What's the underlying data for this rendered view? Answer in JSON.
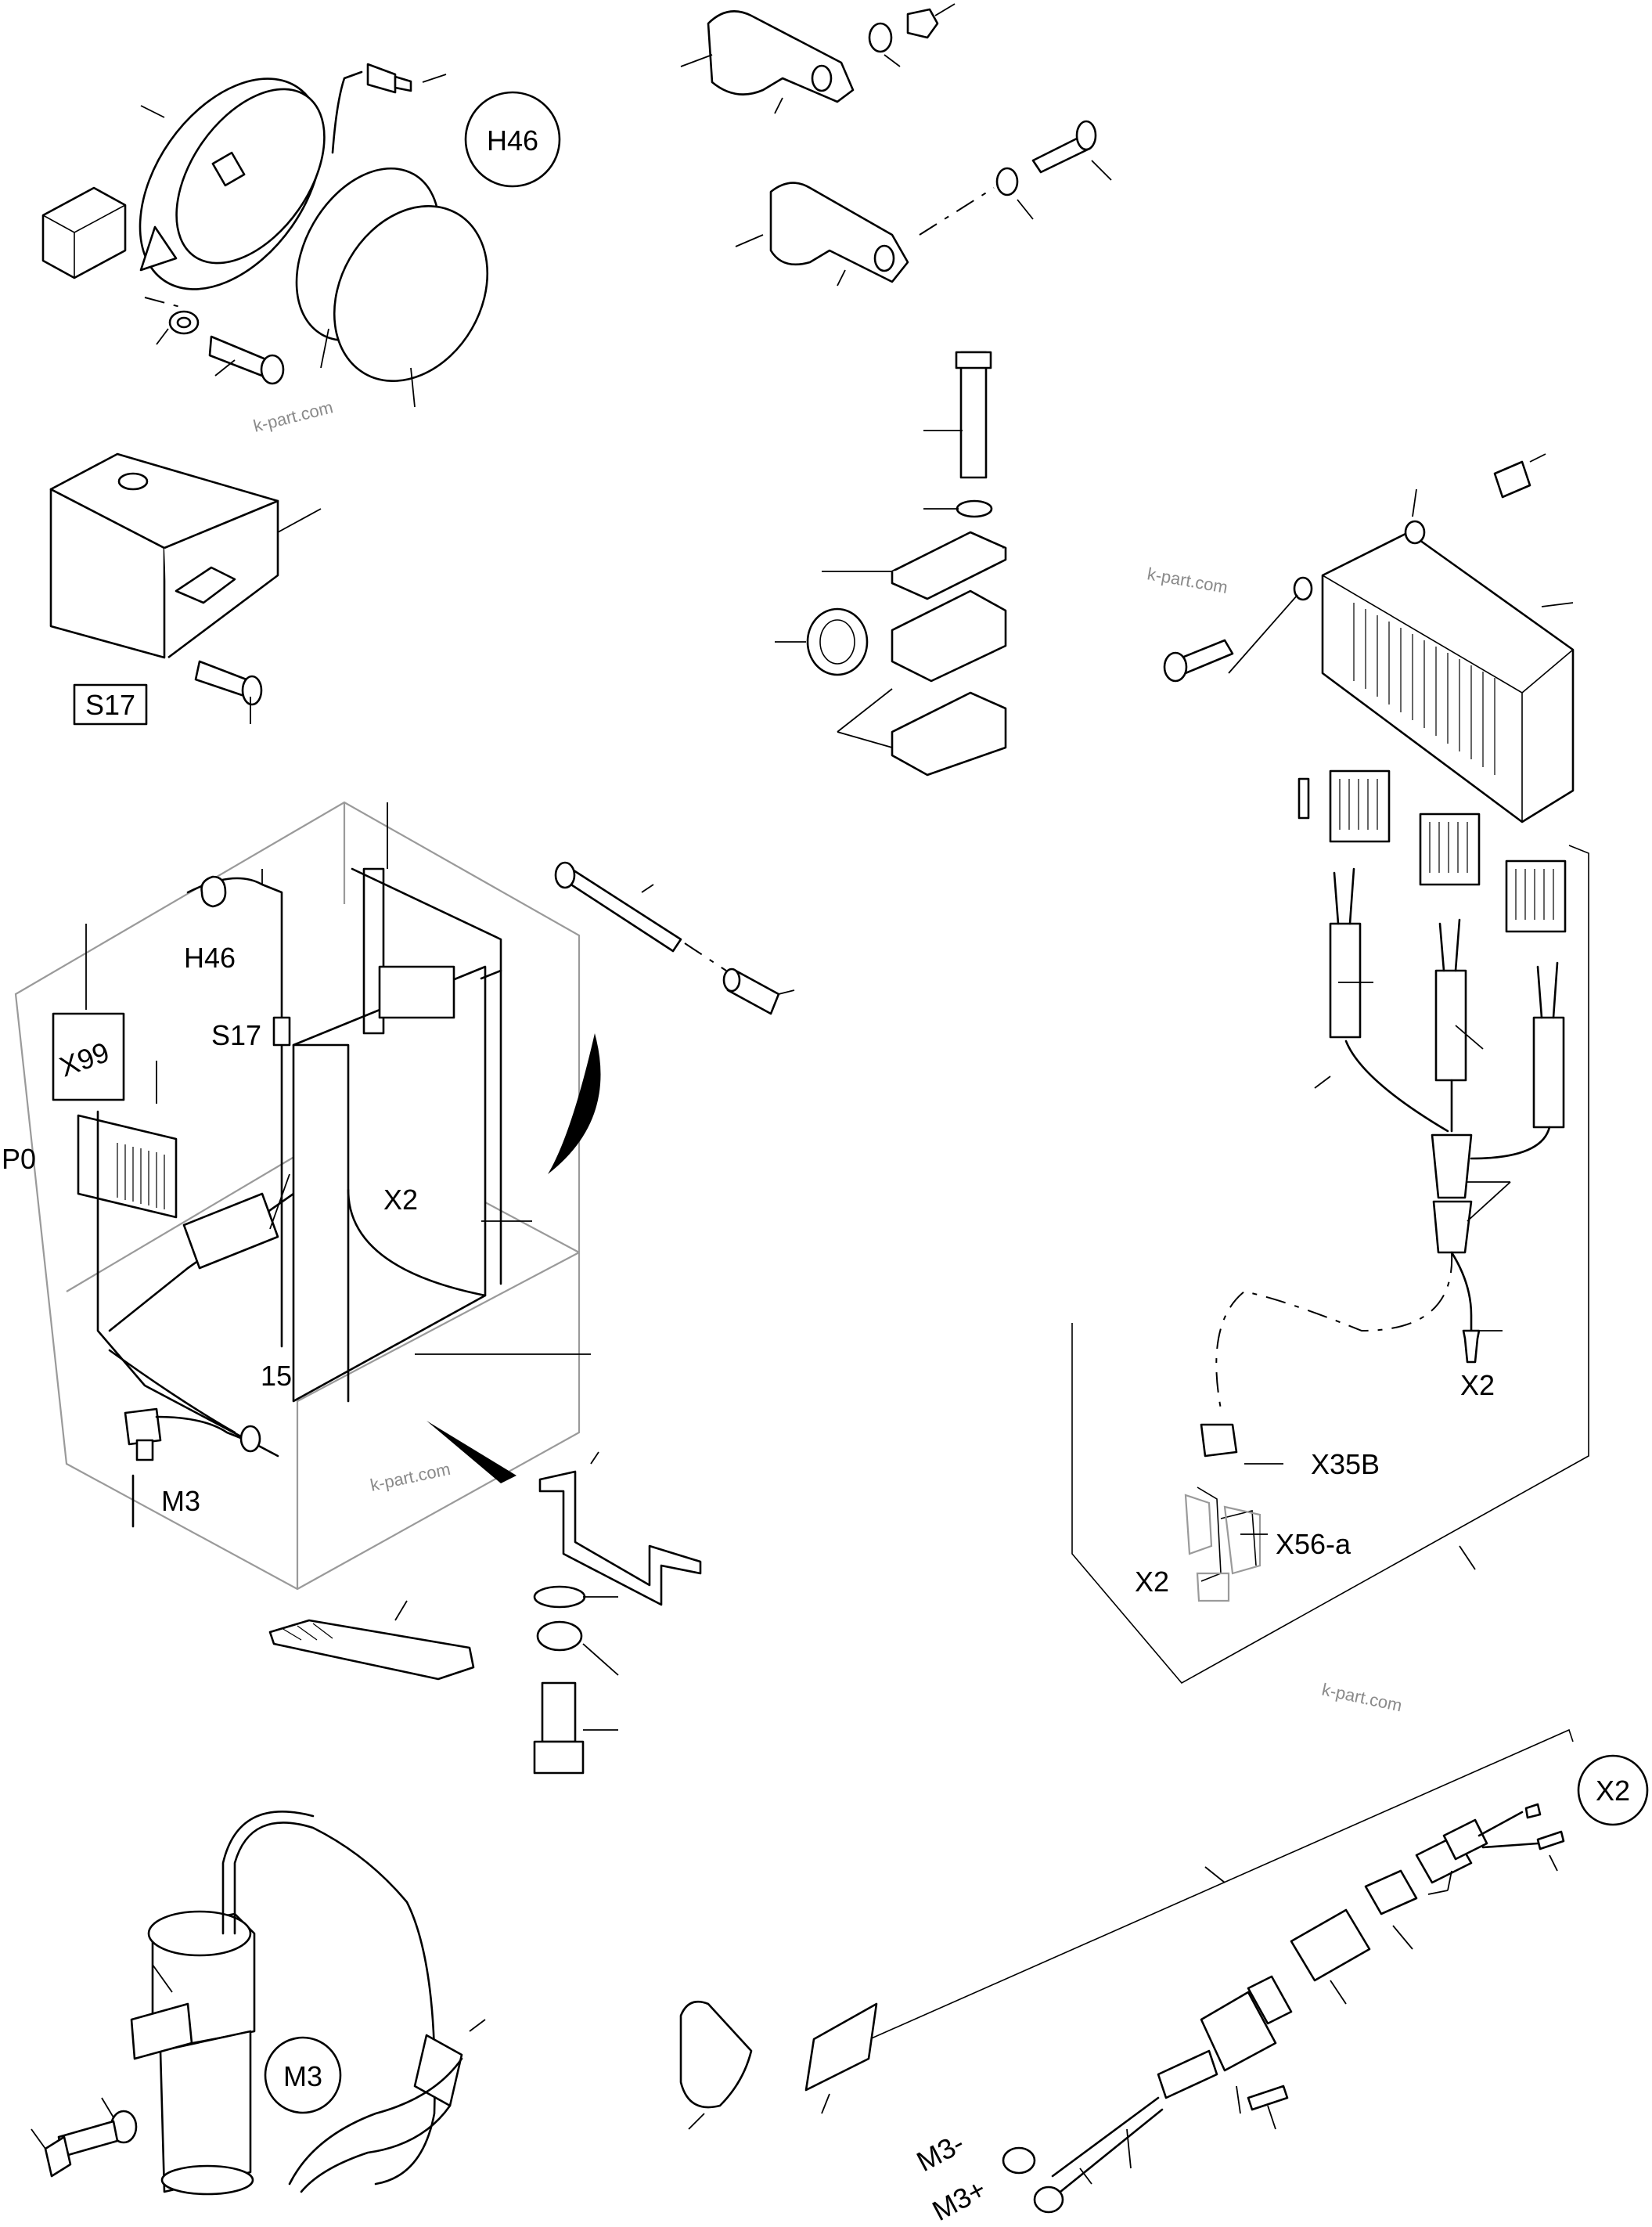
{
  "labels": {
    "h46_circle": "H46",
    "s17_box": "S17",
    "h46": "H46",
    "s17": "S17",
    "x99": "X99",
    "p0": "P0",
    "x2_box": "X2",
    "n15": "15",
    "m3": "M3",
    "x2_right": "X2",
    "x35b": "X35B",
    "x56a": "X56-a",
    "x2_conn": "X2",
    "x2_circle": "X2",
    "m3_circle": "M3",
    "m3_minus": "M3-",
    "m3_plus": "M3+"
  },
  "watermarks": [
    "k-part.com",
    "k-part.com",
    "k-part.com",
    "k-part.com"
  ]
}
